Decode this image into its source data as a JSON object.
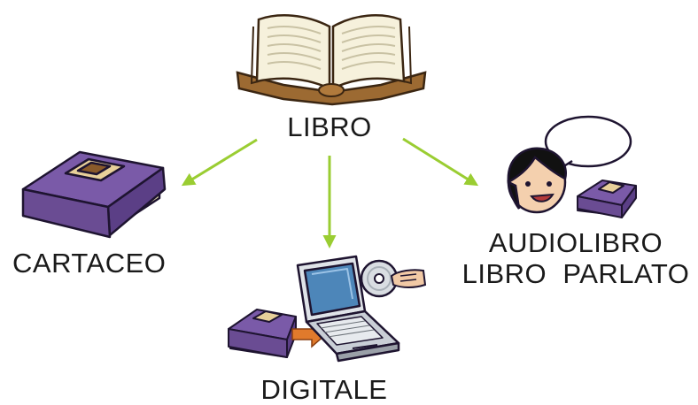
{
  "diagram": {
    "root": {
      "label": "LIBRO",
      "icon": "open-book-icon"
    },
    "children": [
      {
        "id": "cartaceo",
        "label": "CARTACEO",
        "icon": "closed-book-icon"
      },
      {
        "id": "digitale",
        "label": "DIGITALE",
        "icon": "laptop-cd-icon"
      },
      {
        "id": "audiolibro",
        "label_line1": "AUDIOLIBRO",
        "label_line2": "LIBRO  PARLATO",
        "icon": "speaking-person-book-icon"
      }
    ],
    "colors": {
      "arrow": "#9acd32",
      "book_cover": "#6a4c93",
      "book_pages": "#f3ecc8",
      "open_book_wood": "#b07a3c",
      "laptop": "#c9ced6",
      "screen": "#4d86b9",
      "transfer_arrow": "#e07a2c"
    }
  }
}
